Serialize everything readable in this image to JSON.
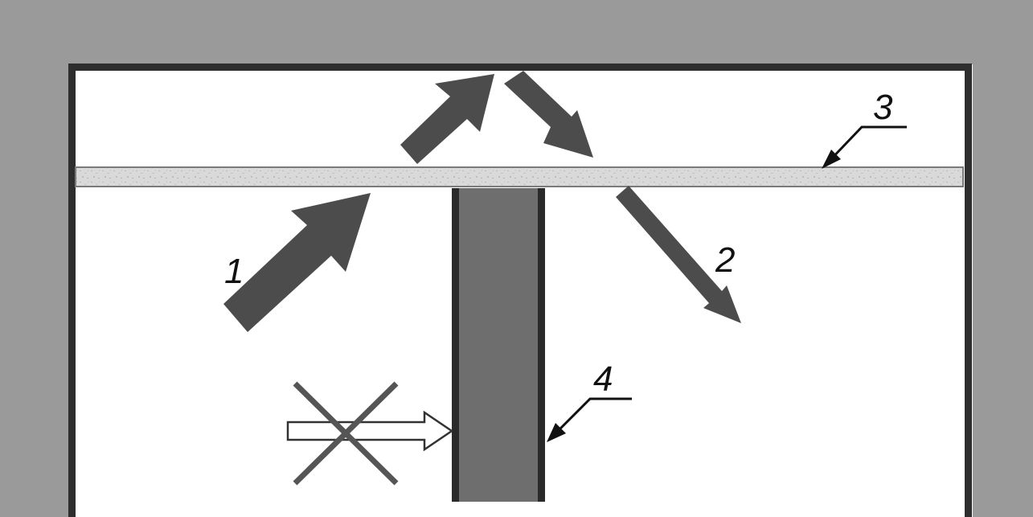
{
  "labels": {
    "flow_in": "1",
    "flow_out": "2",
    "ceiling_panel": "3",
    "partition_wall": "4"
  },
  "colors": {
    "frame_fill": "#9a9a9a",
    "frame_border": "#2e2e2e",
    "arrow_fill": "#4c4c4c",
    "panel_fill": "#d6d6d6",
    "partition_fill": "#6e6e6e",
    "partition_edge": "#2a2a2a",
    "cross": "#555555",
    "background": "#ffffff"
  },
  "icons": {
    "blocked_direct_path": "crossed-out-hollow-arrow"
  }
}
